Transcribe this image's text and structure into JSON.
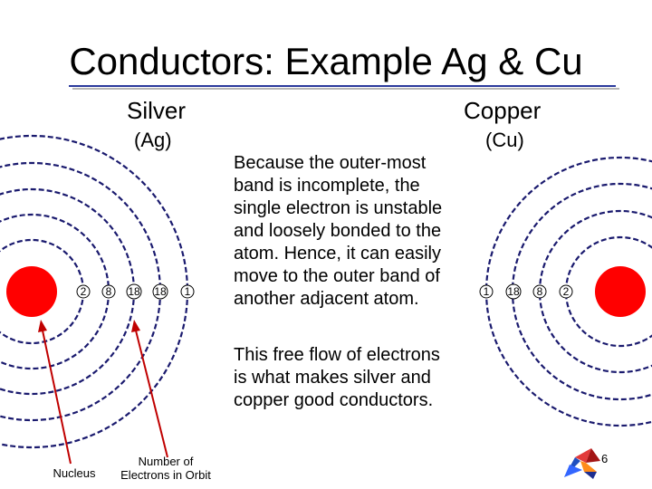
{
  "slide": {
    "title": "Conductors: Example Ag & Cu",
    "page_number": "6"
  },
  "silver": {
    "name": "Silver",
    "symbol": "(Ag)",
    "shells": [
      "2",
      "8",
      "18",
      "18",
      "1"
    ]
  },
  "copper": {
    "name": "Copper",
    "symbol": "(Cu)",
    "shells": [
      "1",
      "18",
      "8",
      "2"
    ]
  },
  "explanation": {
    "lines": [
      "Because the outer-most",
      "band is incomplete, the",
      "single electron is unstable",
      "and loosely bonded to the",
      "atom. Hence, it can easily",
      "move to the outer band of",
      "another adjacent atom."
    ],
    "conclusion_lines": [
      "This free flow of electrons",
      "is what makes silver and",
      "copper good conductors."
    ]
  },
  "labels": {
    "nucleus": "Nucleus",
    "electrons_line1": "Number of",
    "electrons_line2": "Electrons in Orbit"
  },
  "colors": {
    "nucleus": "#ff0000",
    "arrow": "#c00000",
    "title_rule": "#2b3a9c"
  },
  "icons": {
    "logo": "colorful-arrow-logo-icon"
  }
}
